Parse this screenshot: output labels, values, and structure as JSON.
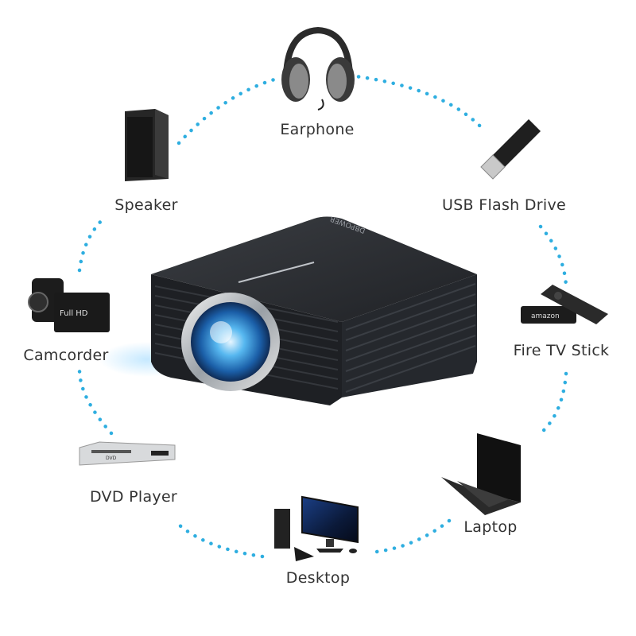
{
  "accent_color": "#2eaee0",
  "projector": {
    "brand_mark": "DBPOWER",
    "icon": "projector-icon"
  },
  "devices": [
    {
      "id": "earphone",
      "label": "Earphone",
      "icon": "headphones-icon"
    },
    {
      "id": "usb",
      "label": "USB Flash Drive",
      "icon": "usb-drive-icon"
    },
    {
      "id": "firetv",
      "label": "Fire TV Stick",
      "icon": "fire-tv-stick-icon",
      "brand_text": "amazon"
    },
    {
      "id": "laptop",
      "label": "Laptop",
      "icon": "laptop-icon"
    },
    {
      "id": "desktop",
      "label": "Desktop",
      "icon": "desktop-computer-icon"
    },
    {
      "id": "dvd",
      "label": "DVD Player",
      "icon": "dvd-player-icon",
      "brand_text": "DVD"
    },
    {
      "id": "camcorder",
      "label": "Camcorder",
      "icon": "camcorder-icon",
      "brand_text": "Full HD"
    },
    {
      "id": "speaker",
      "label": "Speaker",
      "icon": "speaker-icon"
    }
  ]
}
